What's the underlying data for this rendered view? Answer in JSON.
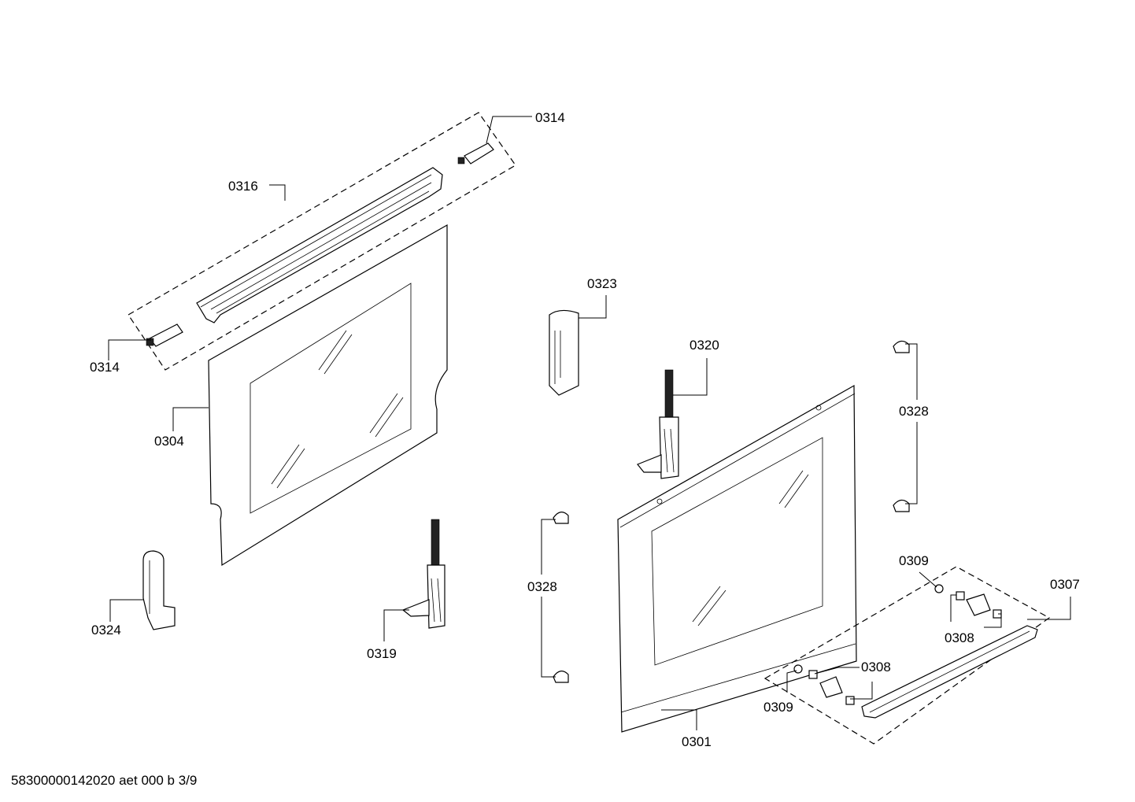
{
  "labels": {
    "top_right_pin": "0314",
    "top_left_pin": "0314",
    "top_trim": "0316",
    "inner_glass": "0304",
    "left_bracket": "0324",
    "left_hinge": "0319",
    "mid_bracket": "0323",
    "right_hinge": "0320",
    "mid_caps": "0328",
    "right_caps": "0328",
    "outer_door": "0301",
    "handle_assembly": "0307",
    "clip_upper": "0309",
    "clip_lower": "0309",
    "holder_upper": "0308",
    "holder_lower": "0308"
  },
  "footer": "58300000142020 aet 000 b 3/9"
}
